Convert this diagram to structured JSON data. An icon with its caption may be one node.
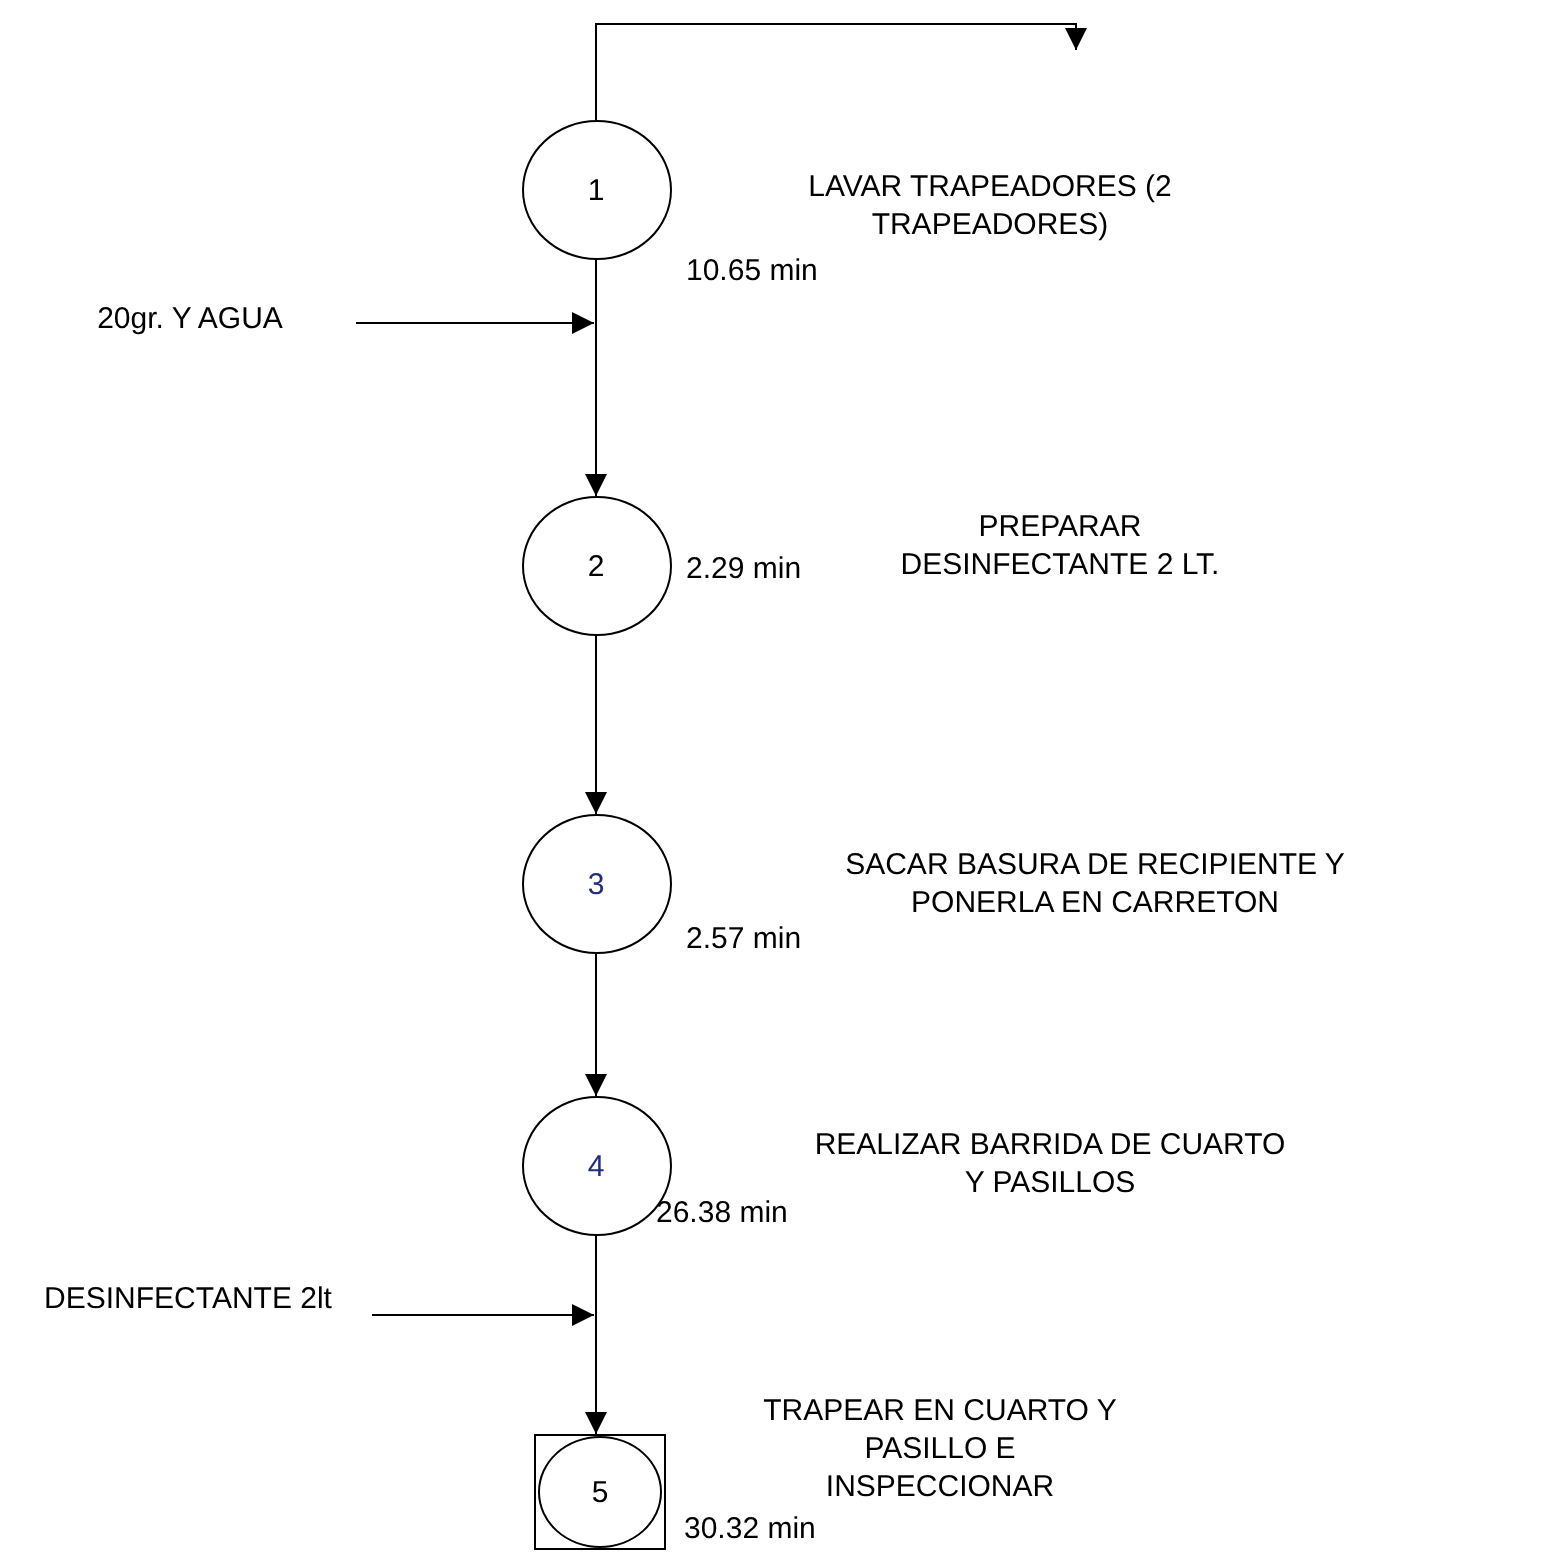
{
  "diagram": {
    "nodes": [
      {
        "text": [
          "1"
        ],
        "beside": [
          "LAVAR TRAPEADORES (2 TRAPEADORES)",
          "10.65 min"
        ]
      },
      {
        "text": [
          "20gr. Y AGUA"
        ]
      },
      {
        "text": [
          "2"
        ],
        "beside": [
          "PREPARAR DESINFECTANTE 2 LT.",
          "2.29 min"
        ]
      },
      {
        "text": [
          "3"
        ],
        "beside": [
          "SACAR BASURA DE RECIPIENTE Y PONERLA EN CARRETON",
          "2.57 min"
        ]
      },
      {
        "text": [
          "4"
        ],
        "beside": [
          "REALIZAR BARRIDA DE CUARTO Y PASILLOS",
          "26.38 min"
        ]
      },
      {
        "text": [
          "DESINFECTANTE 2lt"
        ]
      },
      {
        "text": [
          "5"
        ],
        "beside": [
          "TRAPEAR EN CUARTO Y PASILLO E INSPECCIONAR",
          "30.32 min"
        ]
      }
    ],
    "edges": [
      {
        "from": 0,
        "to": null,
        "arrow": "to"
      },
      {
        "from": 0,
        "to": 2,
        "arrow": "to"
      },
      {
        "from": 1,
        "to": null,
        "arrow": "to"
      },
      {
        "from": 2,
        "to": 3,
        "arrow": "to"
      },
      {
        "from": 3,
        "to": 4,
        "arrow": "to"
      },
      {
        "from": 4,
        "to": 6,
        "arrow": "to"
      },
      {
        "from": 5,
        "to": null,
        "arrow": "to"
      }
    ]
  }
}
